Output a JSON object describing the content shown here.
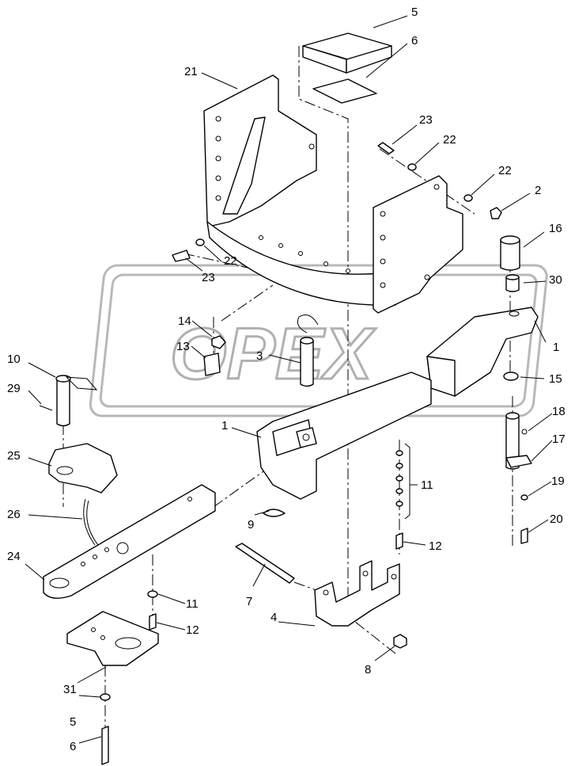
{
  "watermark": {
    "text": "OPEX"
  },
  "callouts": [
    {
      "id": "c5a",
      "text": "5"
    },
    {
      "id": "c6a",
      "text": "6"
    },
    {
      "id": "c21",
      "text": "21"
    },
    {
      "id": "c23a",
      "text": "23"
    },
    {
      "id": "c22a",
      "text": "22"
    },
    {
      "id": "c22b",
      "text": "22"
    },
    {
      "id": "c2",
      "text": "2"
    },
    {
      "id": "c16",
      "text": "16"
    },
    {
      "id": "c30",
      "text": "30"
    },
    {
      "id": "c22c",
      "text": "22"
    },
    {
      "id": "c23b",
      "text": "23"
    },
    {
      "id": "c1a",
      "text": "1"
    },
    {
      "id": "c15",
      "text": "15"
    },
    {
      "id": "c14",
      "text": "14"
    },
    {
      "id": "c13",
      "text": "13"
    },
    {
      "id": "c3",
      "text": "3"
    },
    {
      "id": "c10",
      "text": "10"
    },
    {
      "id": "c29",
      "text": "29"
    },
    {
      "id": "c18",
      "text": "18"
    },
    {
      "id": "c17",
      "text": "17"
    },
    {
      "id": "c1b",
      "text": "1"
    },
    {
      "id": "c25",
      "text": "25"
    },
    {
      "id": "c11a",
      "text": "11"
    },
    {
      "id": "c19",
      "text": "19"
    },
    {
      "id": "c26",
      "text": "26"
    },
    {
      "id": "c9",
      "text": "9"
    },
    {
      "id": "c20",
      "text": "20"
    },
    {
      "id": "c12a",
      "text": "12"
    },
    {
      "id": "c24",
      "text": "24"
    },
    {
      "id": "c7",
      "text": "7"
    },
    {
      "id": "c11b",
      "text": "11"
    },
    {
      "id": "c4",
      "text": "4"
    },
    {
      "id": "c12b",
      "text": "12"
    },
    {
      "id": "c8",
      "text": "8"
    },
    {
      "id": "c31",
      "text": "31"
    },
    {
      "id": "c5b",
      "text": "5"
    },
    {
      "id": "c6b",
      "text": "6"
    }
  ]
}
